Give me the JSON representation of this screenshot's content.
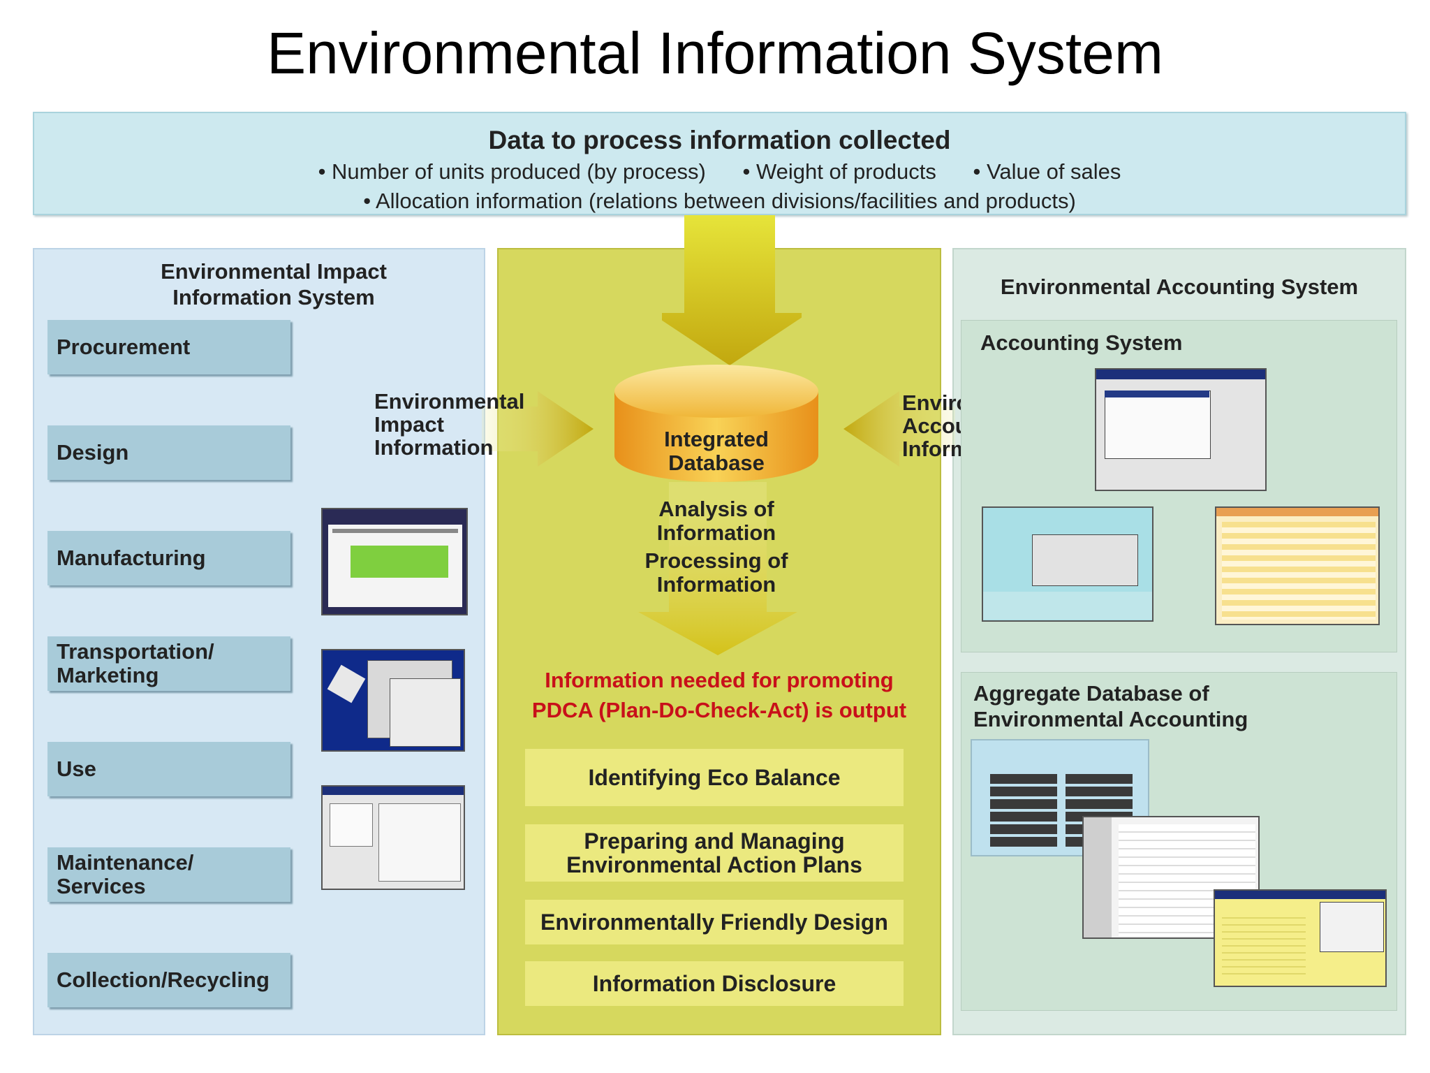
{
  "title": "Environmental Information System",
  "top": {
    "heading": "Data to process information collected",
    "bullets_line1": [
      "• Number of units produced (by process)",
      "• Weight of products",
      "• Value of sales"
    ],
    "bullets_line2": "• Allocation information (relations between divisions/facilities and products)"
  },
  "left": {
    "title_line1": "Environmental Impact",
    "title_line2": "Information System",
    "stages": [
      {
        "line1": "Procurement",
        "line2": ""
      },
      {
        "line1": "Design",
        "line2": ""
      },
      {
        "line1": "Manufacturing",
        "line2": ""
      },
      {
        "line1": "Transportation/",
        "line2": "Marketing"
      },
      {
        "line1": "Use",
        "line2": ""
      },
      {
        "line1": "Maintenance/",
        "line2": "Services"
      },
      {
        "line1": "Collection/Recycling",
        "line2": ""
      }
    ]
  },
  "middle": {
    "left_arrow_label": [
      "Environmental",
      "Impact",
      "Information"
    ],
    "right_arrow_label": [
      "Environmental",
      "Accounting",
      "Information"
    ],
    "database_label": [
      "Integrated",
      "Database"
    ],
    "analysis": [
      "Analysis of",
      "Information"
    ],
    "processing": [
      "Processing of",
      "Information"
    ],
    "output": [
      "Information needed for promoting",
      "PDCA (Plan-Do-Check-Act) is output"
    ],
    "boxes": [
      {
        "line1": "Identifying Eco Balance",
        "line2": ""
      },
      {
        "line1": "Preparing and Managing",
        "line2": "Environmental Action Plans"
      },
      {
        "line1": "Environmentally Friendly Design",
        "line2": ""
      },
      {
        "line1": "Information Disclosure",
        "line2": ""
      }
    ]
  },
  "right": {
    "title": "Environmental Accounting System",
    "accounting": "Accounting System",
    "aggregate": [
      "Aggregate Database of",
      "Environmental Accounting"
    ]
  },
  "colors": {
    "top_box": "#cde9ef",
    "left_panel": "#d7e8f4",
    "middle_panel": "#d6d85e",
    "right_panel": "#dbeae3",
    "stage_box": "#a8cbd9",
    "output_text": "#c8101a",
    "arrow": "#c5b41a",
    "database": "#f0a818"
  }
}
